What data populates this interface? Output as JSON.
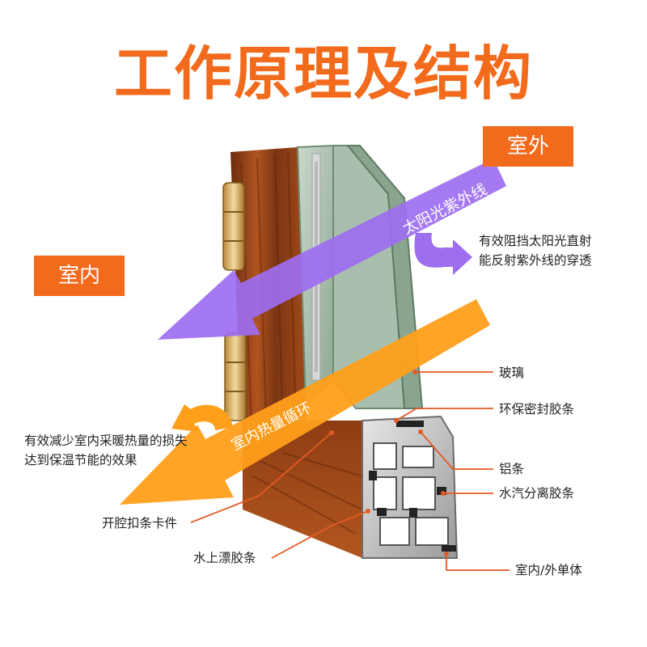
{
  "title": "工作原理及结构",
  "tags": {
    "outside": "室外",
    "inside": "室内"
  },
  "arrows": {
    "uv": "太阳光紫外线",
    "heat": "室内热量循环"
  },
  "notes": {
    "uv_line1": "有效阻挡太阳光直射",
    "uv_line2": "能反射紫外线的穿透",
    "heat_line1": "有效减少室内采暖热量的损失",
    "heat_line2": "达到保温节能的效果"
  },
  "callouts": {
    "glass": "玻璃",
    "seal_strip": "环保密封胶条",
    "aluminum_strip": "铝条",
    "vapor_strip": "水汽分离胶条",
    "clip": "开腔扣条卡件",
    "float_strip": "水上漂胶条",
    "body": "室内/外单体"
  },
  "colors": {
    "title": "#f26a1b",
    "tag_bg": "#f26a1b",
    "purple_arrow": "#9d6ef0",
    "orange_arrow": "#ff9f1a",
    "wood": "#8a3c17",
    "glass": "#9cb39f",
    "aluminum": "#c9c9c9",
    "leader": "#e25a24"
  }
}
